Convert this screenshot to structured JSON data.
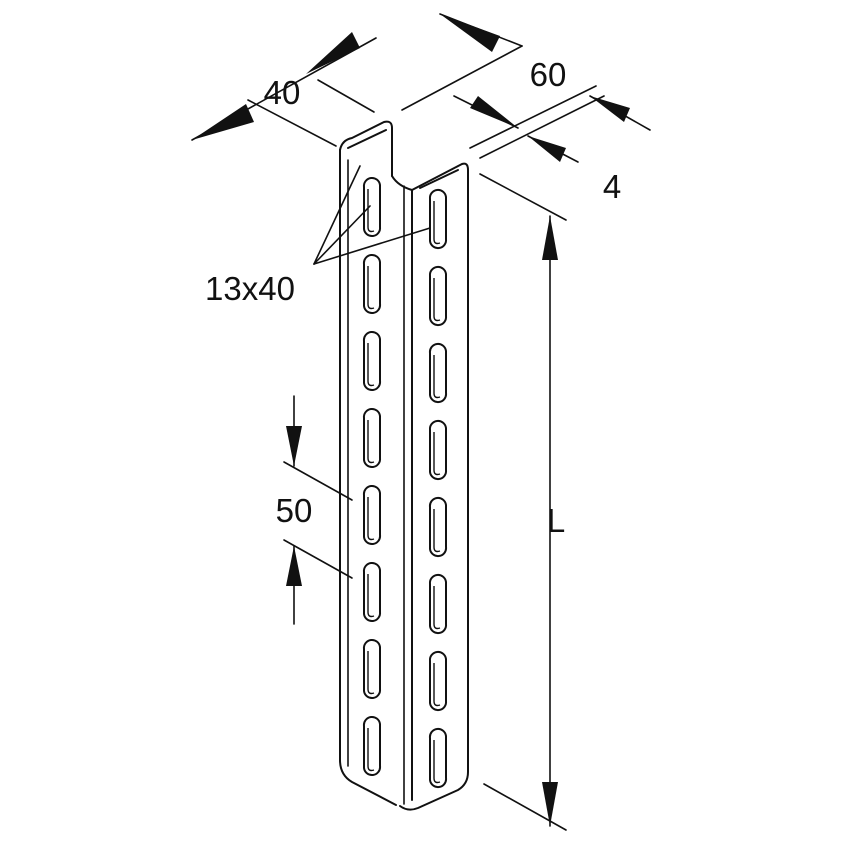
{
  "dimensions": {
    "width_label": "40",
    "depth_label": "60",
    "thickness_label": "4",
    "slot_label": "13x40",
    "pitch_label": "50",
    "length_label": "L"
  },
  "colors": {
    "line": "#111111",
    "background": "#ffffff"
  }
}
